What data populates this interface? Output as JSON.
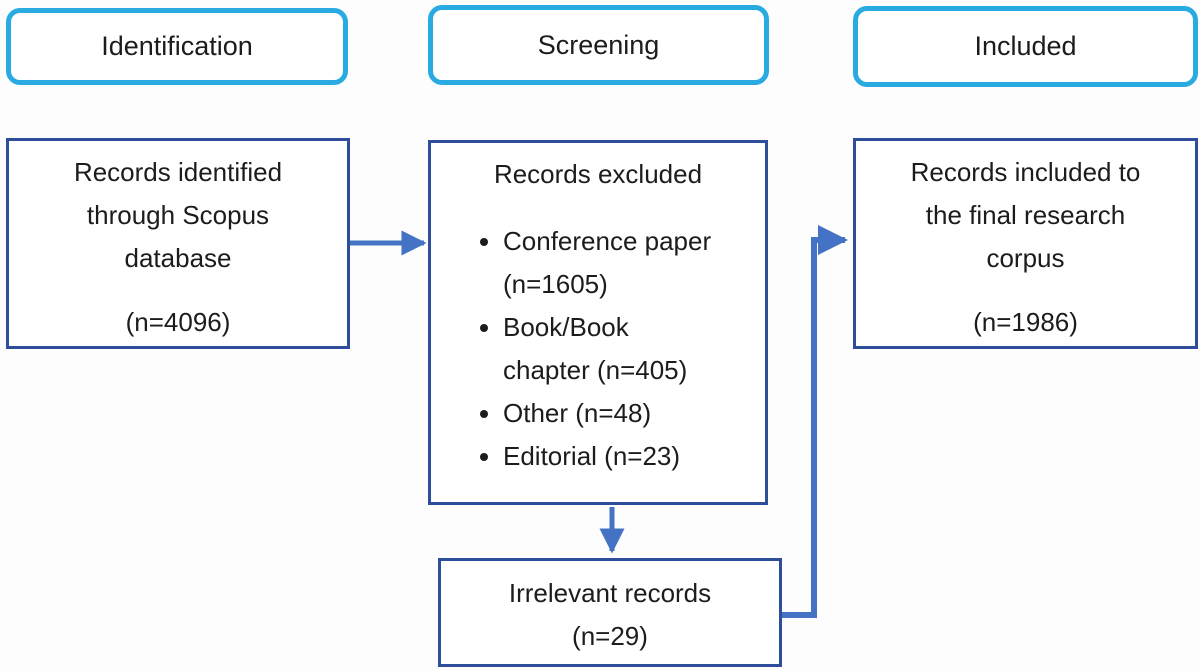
{
  "diagram": {
    "type": "prisma-flow",
    "stages": [
      {
        "label": "Identification"
      },
      {
        "label": "Screening"
      },
      {
        "label": "Included"
      }
    ],
    "boxes": {
      "identified": {
        "label": "Records identified through Scopus database",
        "count": "(n=4096)"
      },
      "excluded": {
        "title": "Records excluded",
        "items": [
          "Conference paper (n=1605)",
          "Book/Book chapter (n=405)",
          "Other (n=48)",
          "Editorial (n=23)"
        ]
      },
      "included": {
        "label": "Records included to the final research corpus",
        "count": "(n=1986)"
      },
      "irrelevant": {
        "label": "Irrelevant records",
        "count": "(n=29)"
      }
    },
    "colors": {
      "stage_border": "#29abe2",
      "box_border": "#2e4d9b",
      "arrow": "#4472c4",
      "text": "#1c1c1c",
      "background": "#fdfdfd"
    }
  }
}
